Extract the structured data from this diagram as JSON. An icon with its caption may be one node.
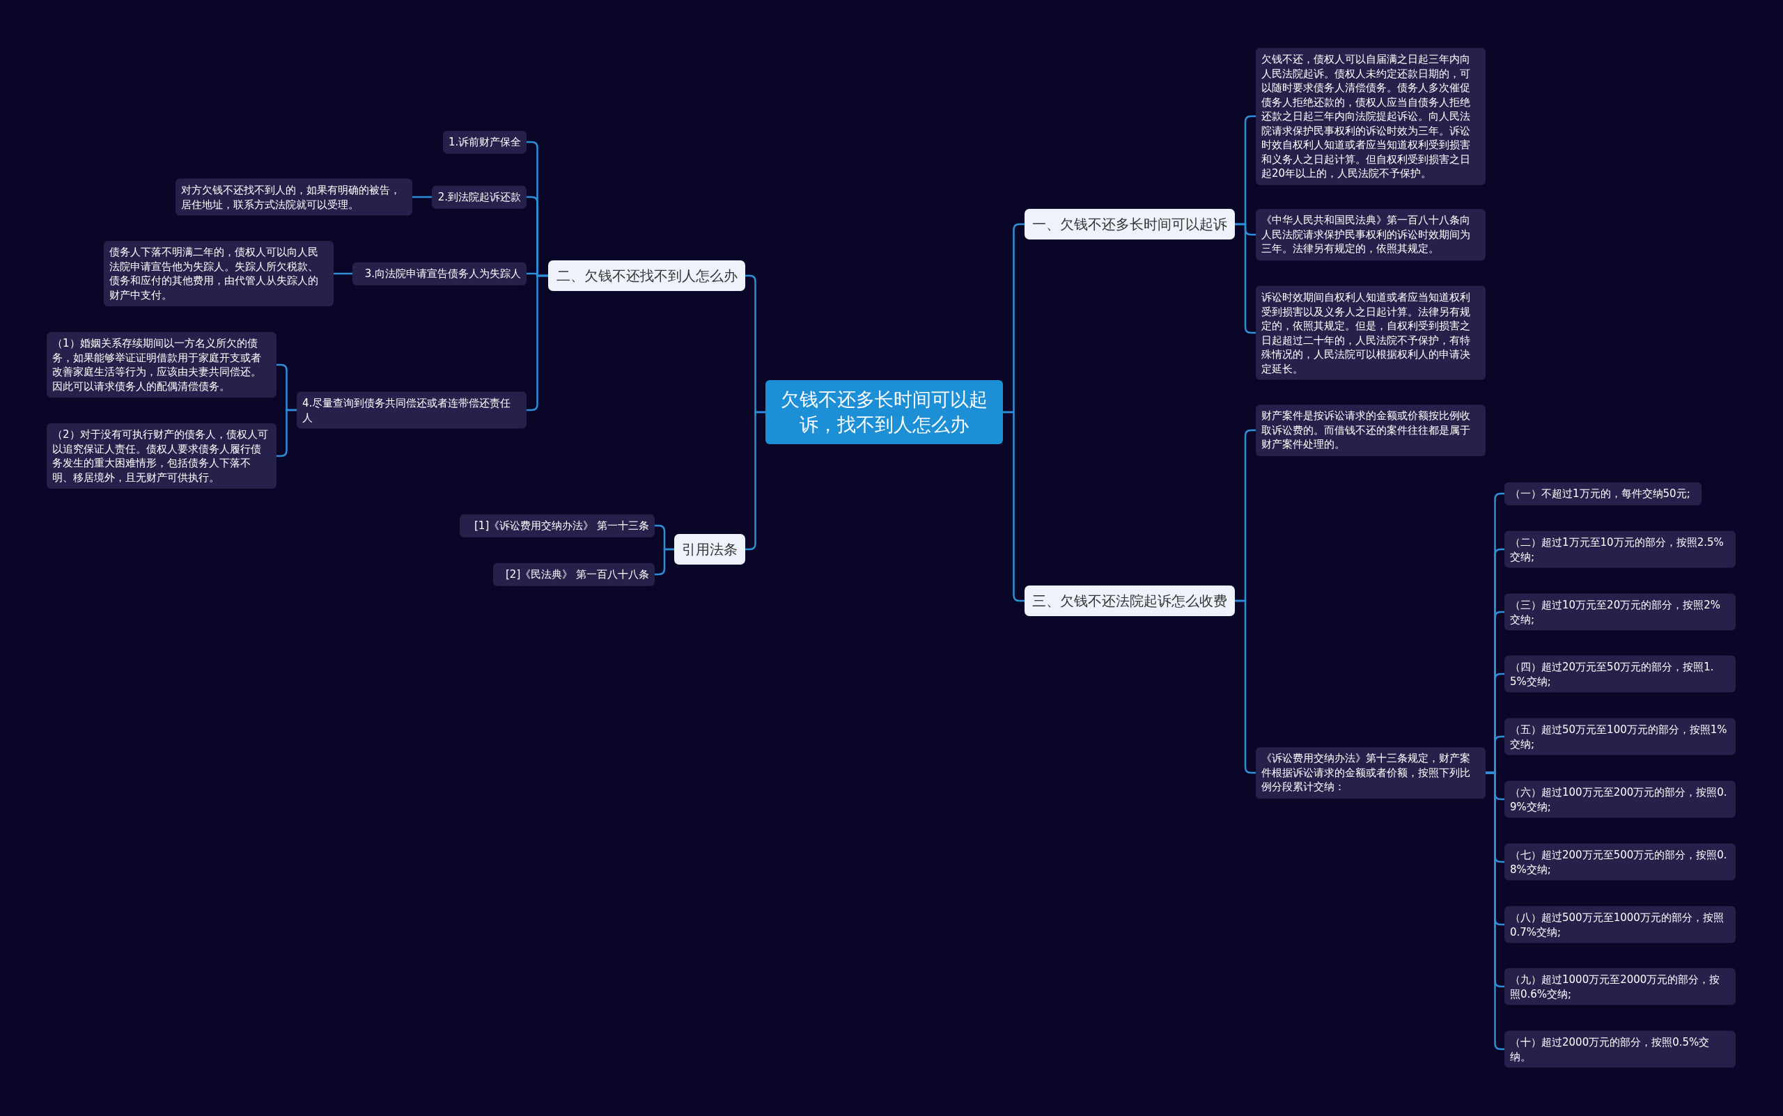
{
  "diagram": {
    "nodes": [
      {
        "text": [
          "欠钱不还多长时间可以起诉，找不到人怎么办"
        ]
      },
      {
        "text": [
          "二、欠钱不还找不到人怎么办"
        ]
      },
      {
        "text": [
          "1.诉前财产保全"
        ]
      },
      {
        "text": [
          "2.到法院起诉还款"
        ]
      },
      {
        "text": [
          "对方欠钱不还找不到人的，如果有明确的被告，居住地址，联系方式法院就可以受理。"
        ]
      },
      {
        "text": [
          "3.向法院申请宣告债务人为失踪人"
        ]
      },
      {
        "text": [
          "债务人下落不明满二年的，债权人可以向人民法院申请宣告他为失踪人。失踪人所欠税款、债务和应付的其他费用，由代管人从失踪人的财产中支付。"
        ]
      },
      {
        "text": [
          "4.尽量查询到债务共同偿还或者连带偿还责任人"
        ]
      },
      {
        "text": [
          "（1）婚姻关系存续期间以一方名义所欠的债务，如果能够举证证明借款用于家庭开支或者改善家庭生活等行为，应该由夫妻共同偿还。因此可以请求债务人的配偶清偿债务。"
        ]
      },
      {
        "text": [
          "（2）对于没有可执行财产的债务人，债权人可以追究保证人责任。债权人要求债务人履行债务发生的重大困难情形，包括债务人下落不明、移居境外，且无财产可供执行。"
        ]
      },
      {
        "text": [
          "引用法条"
        ]
      },
      {
        "text": [
          "[1]《诉讼费用交纳办法》 第一十三条"
        ]
      },
      {
        "text": [
          "[2]《民法典》 第一百八十八条"
        ]
      },
      {
        "text": [
          "一、欠钱不还多长时间可以起诉"
        ]
      },
      {
        "text": [
          "欠钱不还，债权人可以自届满之日起三年内向人民法院起诉。债权人未约定还款日期的，可以随时要求债务人清偿债务。债务人多次催促债务人拒绝还款的，债权人应当自债务人拒绝还款之日起三年内向法院提起诉讼。向人民法院请求保护民事权利的诉讼时效为三年。诉讼时效自权利人知道或者应当知道权利受到损害和义务人之日起计算。但自权利受到损害之日起20年以上的，人民法院不予保护。"
        ]
      },
      {
        "text": [
          "《中华人民共和国民法典》第一百八十八条向人民法院请求保护民事权利的诉讼时效期间为三年。法律另有规定的，依照其规定。"
        ]
      },
      {
        "text": [
          "诉讼时效期间自权利人知道或者应当知道权利受到损害以及义务人之日起计算。法律另有规定的，依照其规定。但是，自权利受到损害之日起超过二十年的，人民法院不予保护，有特殊情况的，人民法院可以根据权利人的申请决定延长。"
        ]
      },
      {
        "text": [
          "三、欠钱不还法院起诉怎么收费"
        ]
      },
      {
        "text": [
          "财产案件是按诉讼请求的金额或价额按比例收取诉讼费的。而借钱不还的案件往往都是属于财产案件处理的。"
        ]
      },
      {
        "text": [
          "《诉讼费用交纳办法》第十三条规定，财产案件根据诉讼请求的金额或者价额，按照下列比例分段累计交纳："
        ]
      },
      {
        "text": [
          "（一）不超过1万元的，每件交纳50元;"
        ]
      },
      {
        "text": [
          "（二）超过1万元至10万元的部分，按照2.5%交纳;"
        ]
      },
      {
        "text": [
          "（三）超过10万元至20万元的部分，按照2%交纳;"
        ]
      },
      {
        "text": [
          "（四）超过20万元至50万元的部分，按照1.5%交纳;"
        ]
      },
      {
        "text": [
          "（五）超过50万元至100万元的部分，按照1%交纳;"
        ]
      },
      {
        "text": [
          "（六）超过100万元至200万元的部分，按照0.9%交纳;"
        ]
      },
      {
        "text": [
          "（七）超过200万元至500万元的部分，按照0.8%交纳;"
        ]
      },
      {
        "text": [
          "（八）超过500万元至1000万元的部分，按照0.7%交纳;"
        ]
      },
      {
        "text": [
          "（九）超过1000万元至2000万元的部分，按照0.6%交纳;"
        ]
      },
      {
        "text": [
          "（十）超过2000万元的部分，按照0.5%交纳。"
        ]
      }
    ],
    "edges": [
      {
        "from": 0,
        "to": 1,
        "arrow": "none"
      },
      {
        "from": 1,
        "to": 2,
        "arrow": "none"
      },
      {
        "from": 1,
        "to": 3,
        "arrow": "none"
      },
      {
        "from": 3,
        "to": 4,
        "arrow": "none"
      },
      {
        "from": 1,
        "to": 5,
        "arrow": "none"
      },
      {
        "from": 5,
        "to": 6,
        "arrow": "none"
      },
      {
        "from": 1,
        "to": 7,
        "arrow": "none"
      },
      {
        "from": 7,
        "to": 8,
        "arrow": "none"
      },
      {
        "from": 7,
        "to": 9,
        "arrow": "none"
      },
      {
        "from": 0,
        "to": 10,
        "arrow": "none"
      },
      {
        "from": 10,
        "to": 11,
        "arrow": "none"
      },
      {
        "from": 10,
        "to": 12,
        "arrow": "none"
      },
      {
        "from": 0,
        "to": 13,
        "arrow": "none"
      },
      {
        "from": 13,
        "to": 14,
        "arrow": "none"
      },
      {
        "from": 13,
        "to": 15,
        "arrow": "none"
      },
      {
        "from": 13,
        "to": 16,
        "arrow": "none"
      },
      {
        "from": 0,
        "to": 17,
        "arrow": "none"
      },
      {
        "from": 17,
        "to": 18,
        "arrow": "none"
      },
      {
        "from": 17,
        "to": 19,
        "arrow": "none"
      },
      {
        "from": 19,
        "to": 20,
        "arrow": "none"
      },
      {
        "from": 19,
        "to": 21,
        "arrow": "none"
      },
      {
        "from": 19,
        "to": 22,
        "arrow": "none"
      },
      {
        "from": 19,
        "to": 23,
        "arrow": "none"
      },
      {
        "from": 19,
        "to": 24,
        "arrow": "none"
      },
      {
        "from": 19,
        "to": 25,
        "arrow": "none"
      },
      {
        "from": 19,
        "to": 26,
        "arrow": "none"
      },
      {
        "from": 19,
        "to": 27,
        "arrow": "none"
      },
      {
        "from": 19,
        "to": 28,
        "arrow": "none"
      },
      {
        "from": 19,
        "to": 29,
        "arrow": "none"
      }
    ]
  }
}
